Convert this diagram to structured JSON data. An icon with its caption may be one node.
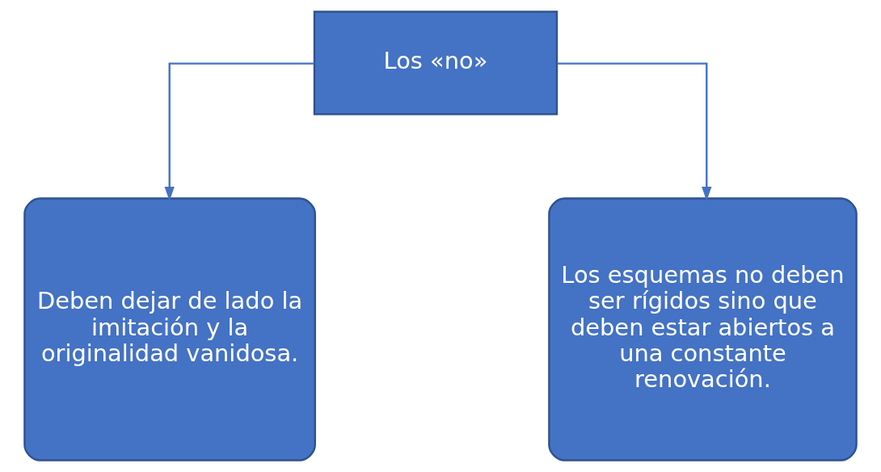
{
  "diagram": {
    "nodes": [
      {
        "text": [
          "Los «no»"
        ]
      },
      {
        "text": [
          "Deben dejar de lado la imitación y la originalidad vanidosa."
        ]
      },
      {
        "text": [
          "Los esquemas no deben ser rígidos sino que deben estar abiertos a una constante renovación."
        ]
      }
    ],
    "edges": [
      {
        "from": 0,
        "to": 1,
        "arrow": "to"
      },
      {
        "from": 0,
        "to": 2,
        "arrow": "to"
      }
    ]
  }
}
